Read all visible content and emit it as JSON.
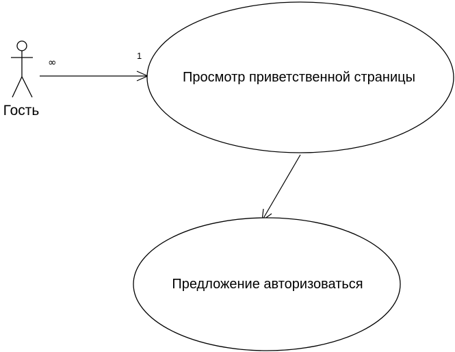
{
  "actor": {
    "name": "Гость"
  },
  "use_cases": {
    "view_welcome": "Просмотр приветственной страницы",
    "offer_login": "Предложение авторизоваться"
  },
  "association": {
    "actor_multiplicity": "∞",
    "usecase_multiplicity": "1"
  },
  "colors": {
    "stroke": "#000000",
    "background": "#ffffff"
  }
}
